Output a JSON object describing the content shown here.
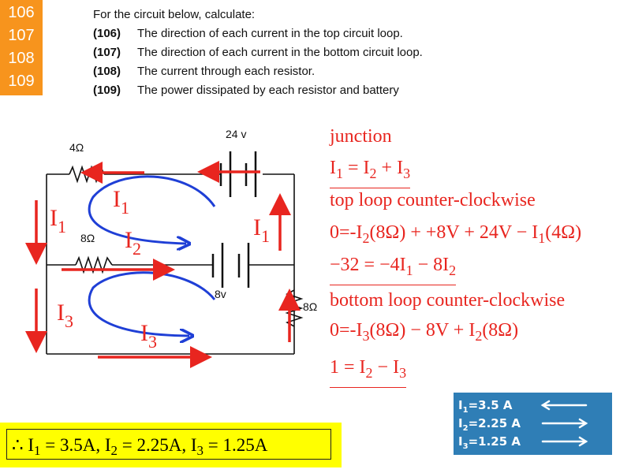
{
  "problem_numbers": [
    "106",
    "107",
    "108",
    "109"
  ],
  "prompt": {
    "intro": "For the circuit below, calculate:",
    "items": [
      {
        "num": "(106)",
        "text": "The direction of each current in the top circuit loop."
      },
      {
        "num": "(107)",
        "text": "The direction of each current in the bottom circuit loop."
      },
      {
        "num": "(108)",
        "text": "The current through each resistor."
      },
      {
        "num": "(109)",
        "text": "The power dissipated by each resistor and battery"
      }
    ]
  },
  "circuit": {
    "battery_top_label": "24 v",
    "battery_mid_label": "8v",
    "r_top_label": "4Ω",
    "r_mid_label": "8Ω",
    "r_right_label": "8Ω",
    "current_labels": {
      "i1_left": "I",
      "i1_left_sub": "1",
      "i1_loop": "I",
      "i1_loop_sub": "1",
      "i2": "I",
      "i2_sub": "2",
      "i1_right": "I",
      "i1_right_sub": "1",
      "i3_left": "I",
      "i3_left_sub": "3",
      "i3_loop": "I",
      "i3_loop_sub": "3"
    },
    "colors": {
      "wire": "#111111",
      "arrow_red": "#e8251f",
      "loop_blue": "#1f3fd6"
    }
  },
  "equations": {
    "junction_title": "junction",
    "junction_eq": {
      "a": "I",
      "a_sub": "1",
      "b": " = I",
      "b_sub": "2",
      "c": " + I",
      "c_sub": "3"
    },
    "top_title": "top loop counter-clockwise",
    "top_eq": {
      "p1": "0=-I",
      "p1_sub": "2",
      "p2": "(8Ω) + +8V + 24V − I",
      "p2_sub": "1",
      "p3": "(4Ω)"
    },
    "top_result": {
      "p1": "−32 = −4I",
      "p1_sub": "1",
      "p2": " − 8I",
      "p2_sub": "2"
    },
    "bottom_title": "bottom loop counter-clockwise",
    "bottom_eq": {
      "p1": "0=-I",
      "p1_sub": "3",
      "p2": "(8Ω) − 8V + I",
      "p2_sub": "2",
      "p3": "(8Ω)"
    },
    "bottom_result": {
      "p1": "1 = I",
      "p1_sub": "2",
      "p2": " − I",
      "p2_sub": "3"
    }
  },
  "answer": {
    "p0": "∴ I",
    "s1": "1",
    "p1": " = 3.5A,  I",
    "s2": "2",
    "p2": " = 2.25A,  I",
    "s3": "3",
    "p3": " = 1.25A"
  },
  "result_box": {
    "rows": [
      {
        "label": "I",
        "sub": "1",
        "value": "=3.5 A",
        "direction": "left"
      },
      {
        "label": "I",
        "sub": "2",
        "value": "=2.25 A",
        "direction": "right"
      },
      {
        "label": "I",
        "sub": "3",
        "value": "=1.25 A",
        "direction": "right"
      }
    ]
  },
  "colors": {
    "badge": "#f7941d",
    "equation_red": "#e8251f",
    "answer_bg": "#ffff00",
    "result_bg": "#2f7eb6"
  }
}
